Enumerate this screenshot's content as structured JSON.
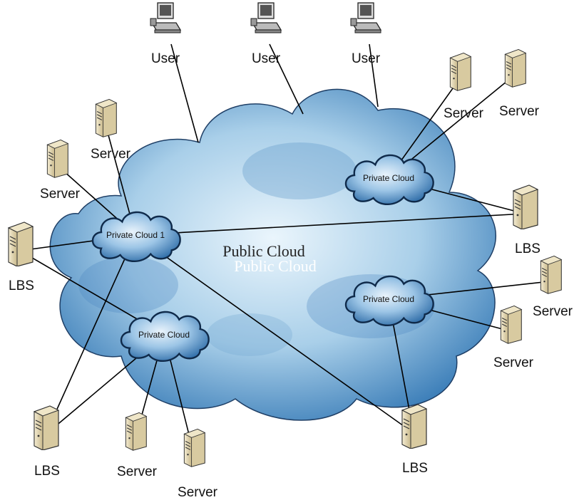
{
  "public_cloud": {
    "label": "Public Cloud",
    "label_echo": "Public Cloud"
  },
  "private_clouds": [
    {
      "id": "pc1",
      "label": "Private Cloud 1"
    },
    {
      "id": "pc2",
      "label": "Private Cloud"
    },
    {
      "id": "pc3",
      "label": "Private Cloud"
    },
    {
      "id": "pc4",
      "label": "Private Cloud"
    }
  ],
  "nodes": [
    {
      "id": "user1",
      "kind": "user",
      "label": "User"
    },
    {
      "id": "user2",
      "kind": "user",
      "label": "User"
    },
    {
      "id": "user3",
      "kind": "user",
      "label": "User"
    },
    {
      "id": "srvA",
      "kind": "server",
      "label": "Server"
    },
    {
      "id": "srvB",
      "kind": "server",
      "label": "Server"
    },
    {
      "id": "lbsL",
      "kind": "lbs",
      "label": "LBS"
    },
    {
      "id": "srvTR1",
      "kind": "server",
      "label": "Server"
    },
    {
      "id": "srvTR2",
      "kind": "server",
      "label": "Server"
    },
    {
      "id": "lbsR",
      "kind": "lbs",
      "label": "LBS"
    },
    {
      "id": "srvR1",
      "kind": "server",
      "label": "Server"
    },
    {
      "id": "srvR2",
      "kind": "server",
      "label": "Server"
    },
    {
      "id": "lbsB",
      "kind": "lbs",
      "label": "LBS"
    },
    {
      "id": "lbsBL",
      "kind": "lbs",
      "label": "LBS"
    },
    {
      "id": "srvB1",
      "kind": "server",
      "label": "Server"
    },
    {
      "id": "srvB2",
      "kind": "server",
      "label": "Server"
    }
  ],
  "connections": [
    [
      "user1",
      "public"
    ],
    [
      "user2",
      "public"
    ],
    [
      "user3",
      "public"
    ],
    [
      "srvA",
      "pc1"
    ],
    [
      "srvB",
      "pc1"
    ],
    [
      "lbsL",
      "pc1"
    ],
    [
      "lbsL",
      "pc2"
    ],
    [
      "pc1",
      "lbsR"
    ],
    [
      "pc1",
      "lbsB"
    ],
    [
      "pc1",
      "lbsBL"
    ],
    [
      "srvTR1",
      "pc3"
    ],
    [
      "srvTR2",
      "pc3"
    ],
    [
      "pc3",
      "lbsR"
    ],
    [
      "srvR1",
      "pc4"
    ],
    [
      "srvR2",
      "pc4"
    ],
    [
      "pc4",
      "lbsB"
    ],
    [
      "pc2",
      "lbsBL"
    ],
    [
      "pc2",
      "srvB1"
    ],
    [
      "pc2",
      "srvB2"
    ]
  ],
  "colors": {
    "cloud_dark": "#3f7fb8",
    "cloud_light": "#cfe6f5",
    "line": "#000000"
  }
}
